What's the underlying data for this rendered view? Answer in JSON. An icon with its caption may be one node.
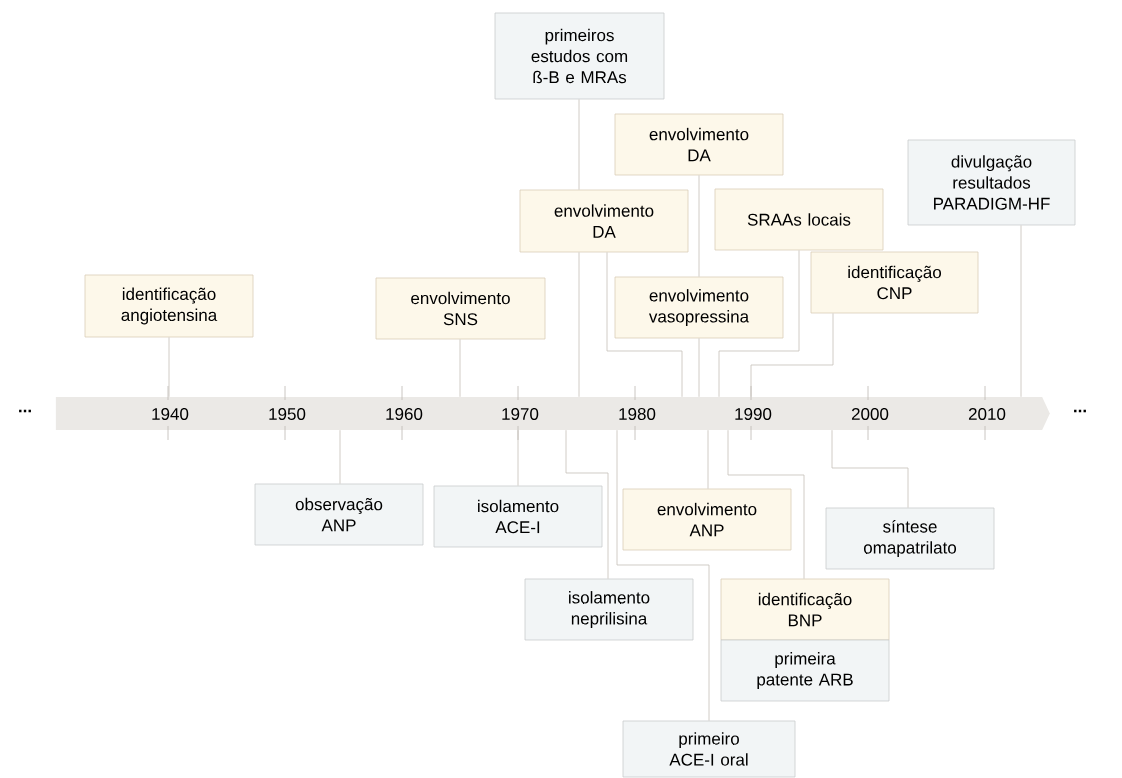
{
  "diagram": {
    "nodes": [
      {
        "text": [
          "primeiros estudos com ß-B e MRAs"
        ]
      },
      {
        "text": [
          "envolvimento DA"
        ]
      },
      {
        "text": [
          "envolvimento DA"
        ]
      },
      {
        "text": [
          "SRAAs locais"
        ]
      },
      {
        "text": [
          "divulgação resultados PARADIGM-HF"
        ]
      },
      {
        "text": [
          "identificação angiotensina"
        ]
      },
      {
        "text": [
          "envolvimento SNS"
        ]
      },
      {
        "text": [
          "envolvimento vasopressina"
        ]
      },
      {
        "text": [
          "identificação CNP"
        ]
      },
      {
        "text": [],
        "shape": "bar"
      },
      {
        "text": [
          "observação ANP"
        ]
      },
      {
        "text": [
          "isolamento ACE-I"
        ]
      },
      {
        "text": [
          "envolvimento ANP"
        ]
      },
      {
        "text": [
          "síntese omapatrilato"
        ]
      },
      {
        "text": [
          "isolamento neprilisina"
        ]
      },
      {
        "text": [
          "identificação BNP"
        ]
      },
      {
        "text": [
          "primeira patente ARB"
        ]
      },
      {
        "text": [
          "primeiro ACE-I oral"
        ]
      }
    ],
    "edges": [
      {
        "from": 0,
        "to": 2,
        "arrow": "none"
      },
      {
        "from": 2,
        "to": 9,
        "arrow": "none"
      },
      {
        "from": 1,
        "to": 7,
        "arrow": "none"
      },
      {
        "from": 7,
        "to": 9,
        "arrow": "none"
      },
      {
        "from": 2,
        "to": 9,
        "arrow": "none"
      },
      {
        "from": 3,
        "to": 9,
        "arrow": "none"
      },
      {
        "from": 4,
        "to": 9,
        "arrow": "none"
      },
      {
        "from": 5,
        "to": 9,
        "arrow": "none"
      },
      {
        "from": 6,
        "to": 9,
        "arrow": "none"
      },
      {
        "from": 8,
        "to": 9,
        "arrow": "none"
      },
      {
        "from": 10,
        "to": 9,
        "arrow": "none"
      },
      {
        "from": 11,
        "to": 9,
        "arrow": "none"
      },
      {
        "from": 12,
        "to": 9,
        "arrow": "none"
      },
      {
        "from": 13,
        "to": 9,
        "arrow": "none"
      },
      {
        "from": 14,
        "to": 9,
        "arrow": "none"
      },
      {
        "from": 15,
        "to": 9,
        "arrow": "none"
      },
      {
        "from": 17,
        "to": 9,
        "arrow": "none"
      }
    ],
    "labels": [
      "...",
      "1940",
      "1950",
      "1960",
      "1970",
      "1980",
      "1990",
      "2000",
      "2010",
      "..."
    ]
  }
}
